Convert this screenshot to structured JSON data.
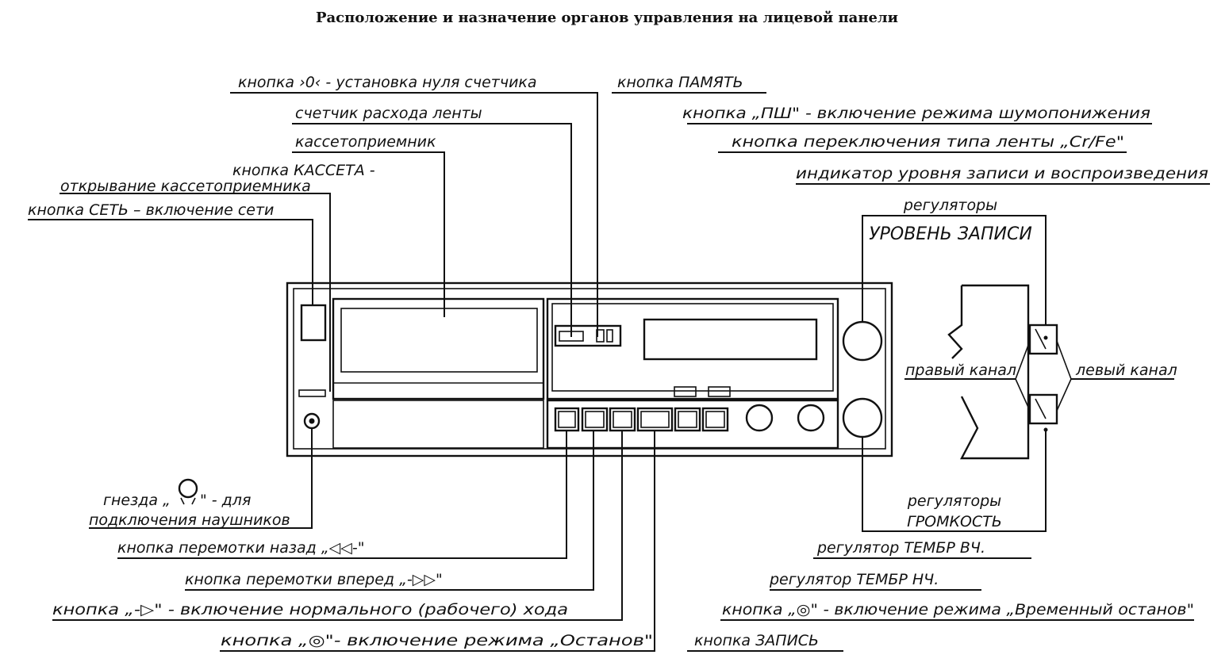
{
  "title": "Расположение и назначение органов управления на лицевой панели",
  "labels": {
    "zero_btn": "кнопка ›0‹ - установка нуля счетчика",
    "memory_btn": "кнопка ПАМЯТЬ",
    "counter": "счетчик расхода ленты",
    "nr_btn": "кнопка „ПШ\" - включение режима шумопонижения",
    "cassette_holder": "кассетоприемник",
    "tape_type_btn": "кнопка переключения типа ленты „Cr/Fe\"",
    "cassette_btn_1": "кнопка КАССЕТА -",
    "cassette_btn_2": "открывание кассетоприемника",
    "level_indicator": "индикатор уровня записи и воспроизведения",
    "power_btn": "кнопка СЕТЬ – включение сети",
    "rec_level_1": "регуляторы",
    "rec_level_2": "УРОВЕНЬ ЗАПИСИ",
    "right_channel": "правый канал",
    "left_channel": "левый канал",
    "headphones_1a": "гнезда „",
    "headphones_1b": "\" - для",
    "headphones_2": "подключения наушников",
    "volume_1": "регуляторы",
    "volume_2": "ГРОМКОСТЬ",
    "rewind_btn": "кнопка перемотки назад „◁◁-\"",
    "treble": "регулятор ТЕМБР ВЧ.",
    "ff_btn": "кнопка перемотки вперед „-▷▷\"",
    "bass": "регулятор ТЕМБР НЧ.",
    "play_btn": "кнопка „-▷\" - включение нормального (рабочего) хода",
    "pause_btn": "кнопка „◎\" - включение режима „Временный останов\"",
    "stop_btn": "кнопка „◎\"- включение режима „Останов\"",
    "record_btn": "кнопка ЗАПИСЬ"
  }
}
